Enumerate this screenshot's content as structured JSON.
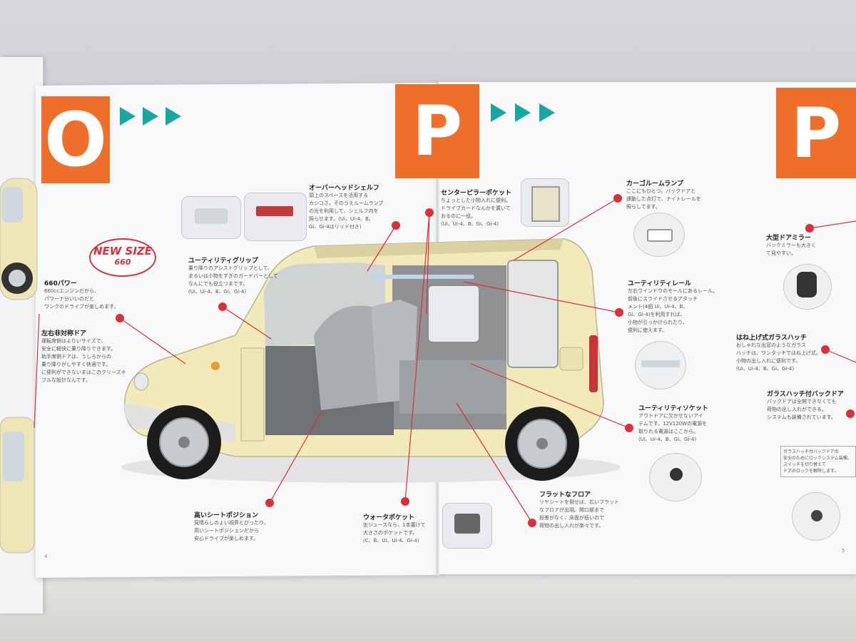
{
  "pages": {
    "left_letter": "O",
    "center_letter": "P",
    "right_letter": "P",
    "left_page_number": "4",
    "right_page_number": "5"
  },
  "badge": {
    "line1": "NEW SIZE",
    "line2": "660"
  },
  "callouts": {
    "power": {
      "title": "660パワー",
      "body": "660ccエンジンだから、\nパワーナ分いいのだと\nワンクのドライブが楽しめます。"
    },
    "door": {
      "title": "左右非対称ドア",
      "body": "運転席側はよりいサイズで、\n安全に軽快に乗り降りできます。\n助手席側ドアは、うしろからの\n乗り降りがしやすく快適です。\nに便利ができないまはこのクリーズキ\nブルな設計なんです。"
    },
    "grip": {
      "title": "ユーティリティグリップ",
      "body": "乗り降りのアシストグリップとして、\nまるいは小物をすぎのガードバーとして\nなんにでも役立つまです。\n(Ui、Ui-4、B、Gi、Gi-4)"
    },
    "shelf": {
      "title": "オーバーヘッドシェルフ",
      "body": "頭上のスペースを活用する\nカシコさ。そのうえルームランプ\nの光を利用して、シェルフ内を\n照らせます。(Ui、Ui-4、B、\nGi、Gi-4はリッド付き)"
    },
    "pillar": {
      "title": "センターピラーポケット",
      "body": "ちょっとした小物入れに便利。\nドライブカードなんかを置いて\nおるのに一役。\n(Ui、Ui-4、B、Gi、Gi-4)"
    },
    "lamp": {
      "title": "カーゴルームランプ",
      "body": "ここにもひとつ。バックドアと\n連動した点灯で、ナイトレールを\n照らしてます。"
    },
    "rail": {
      "title": "ユーティリティレール",
      "body": "左右ウインドウのモールにあるレール。\n前後にスライドさせるアタッチ\nメント(4個 Ui、Ui-4、B、\nGi、Gi-4)を利用すれば、\n小物が引っかけられたり、\n便利に使えます。"
    },
    "socket": {
      "title": "ユーティリティソケット",
      "body": "アウトドアに欠かせないアイ\nテムです。12V120Wの電源を\n取りれる電源はここから。\n(Ui、Ui-4、B、Gi、Gi-4)"
    },
    "floor": {
      "title": "フラットなフロア",
      "body": "リヤシートを倒せば、広いフラット\nなフロアが出現。開口部まで\n段差がなく、床面が低いので\n荷物の出し入れが楽々です。"
    },
    "seat": {
      "title": "高いシートポジション",
      "body": "見晴らしのよい視界とぴったり。\n高いシートポジションだから\n安心ドライブが楽しめます。"
    },
    "water": {
      "title": "ウォータポケット",
      "body": "缶ジュースなら、1本置けて\n大きさのポケットです。\n(C、B、Ui、Ui-4、Gi-4)"
    },
    "mirror": {
      "title": "大型ドアミラー",
      "body": "バックミラーも大きく\nて見やすい。"
    },
    "hatch": {
      "title": "はね上げ式ガラスハッチ",
      "body": "おしゃれな出窓のようなガラス\nハッチは、ワンタッチではね上げ式。\n小物の出し入れに便利です。\n(Ui、Ui-4、B、Gi、Gi-4)"
    },
    "backdoor": {
      "title": "ガラスハッチ付バックドア",
      "body": "バックドアは全開できなくても\n荷物の出し入れができる。\nシステムも装備されています。"
    }
  },
  "notes": {
    "hatch_box": "ガラスハッチ付バックドアの\n安全のためにロックシステム装備。\nスイッチを切り替えて\nドアのロックを解除します。"
  }
}
